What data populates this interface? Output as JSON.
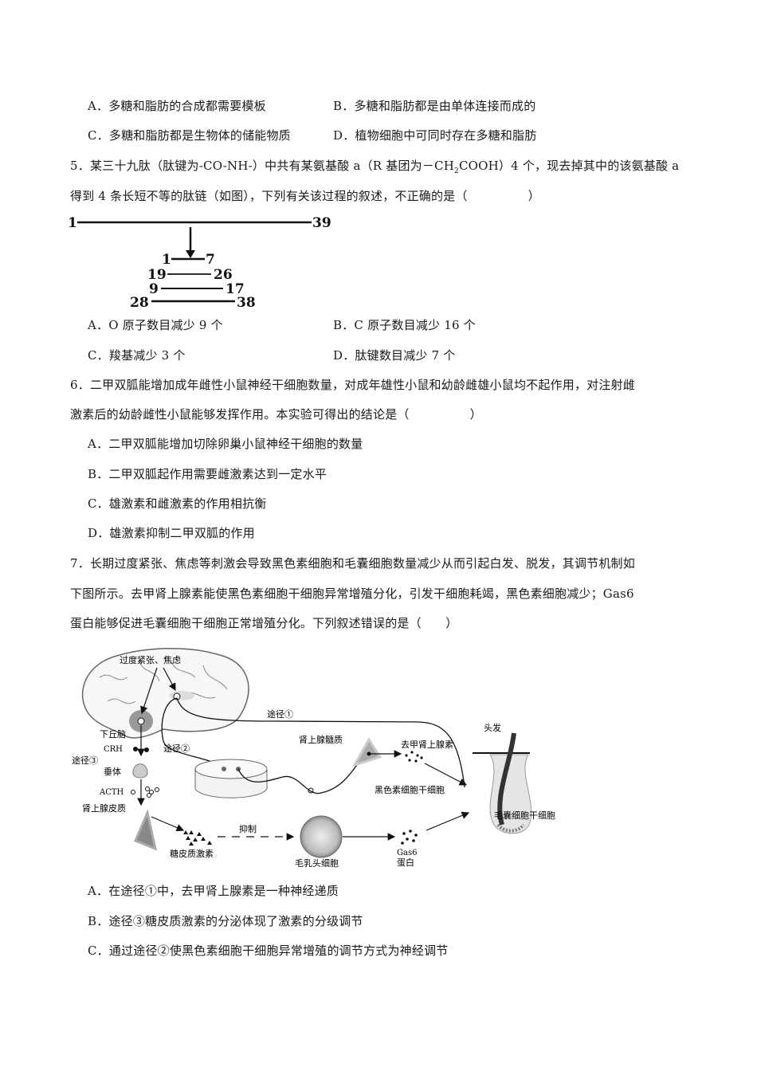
{
  "q4_options": {
    "A": "A．多糖和脂肪的合成都需要模板",
    "B": "B．多糖和脂肪都是由单体连接而成的",
    "C": "C．多糖和脂肪都是生物体的储能物质",
    "D": "D．植物细胞中可同时存在多糖和脂肪"
  },
  "q5": {
    "stem_line1_a": "5．某三十九肽（肽键为-CO-NH-）中共有某氨基酸 a（R 基团为－CH",
    "stem_line1_sub": "2",
    "stem_line1_b": "COOH）4 个，现去掉其中的该氨基酸 a",
    "stem_line2": "得到 4 条长短不等的肽链（如图），下列有关该过程的叙述，不正确的是（　　　　　）",
    "figure": {
      "full_chain": {
        "start": "1",
        "end": "39"
      },
      "fragments": [
        {
          "start": "1",
          "end": "7"
        },
        {
          "start": "19",
          "end": "26"
        },
        {
          "start": "9",
          "end": "17"
        },
        {
          "start": "28",
          "end": "38"
        }
      ]
    },
    "options": {
      "A": "A．O 原子数目减少 9 个",
      "B": "B．C 原子数目减少 16 个",
      "C": "C．羧基减少 3 个",
      "D": "D．肽键数目减少 7 个"
    }
  },
  "q6": {
    "stem_line1": "6．二甲双胍能增加成年雌性小鼠神经干细胞数量，对成年雄性小鼠和幼龄雌雄小鼠均不起作用，对注射雌",
    "stem_line2": "激素后的幼龄雌性小鼠能够发挥作用。本实验可得出的结论是（　　　　　）",
    "options": {
      "A": "A．二甲双胍能增加切除卵巢小鼠神经干细胞的数量",
      "B": "B．二甲双胍起作用需要雌激素达到一定水平",
      "C": "C．雄激素和雌激素的作用相抗衡",
      "D": "D．雄激素抑制二甲双胍的作用"
    }
  },
  "q7": {
    "stem_line1": "7．长期过度紧张、焦虑等刺激会导致黑色素细胞和毛囊细胞数量减少从而引起白发、脱发，其调节机制如",
    "stem_line2": "下图所示。去甲肾上腺素能使黑色素细胞干细胞异常增殖分化，引发干细胞耗竭，黑色素细胞减少；Gas6",
    "stem_line3": "蛋白能够促进毛囊细胞干细胞正常增殖分化。下列叙述错误的是（　　）",
    "figure": {
      "stress": "过度紧张、焦虑",
      "hypothalamus": "下丘脑",
      "crh": "CRH",
      "path1": "途径①",
      "path2": "途径②",
      "path3": "途径③",
      "pituitary": "垂体",
      "acth": "ACTH",
      "adrenal_cortex": "肾上腺皮质",
      "adrenal_medulla": "肾上腺髓质",
      "norepinephrine": "去甲肾上腺素",
      "glucocorticoid": "糖皮质激素",
      "inhibit": "抑制",
      "dermal_papilla": "毛乳头细胞",
      "gas6_line1": "Gas6",
      "gas6_line2": "蛋白",
      "hair": "头发",
      "melanocyte_stem": "黑色素细胞干细胞",
      "follicle_stem": "毛囊细胞干细胞"
    },
    "options": {
      "A": "A．在途径①中，去甲肾上腺素是一种神经递质",
      "B": "B．途径③糖皮质激素的分泌体现了激素的分级调节",
      "C": "C．通过途径②使黑色素细胞干细胞异常增殖的调节方式为神经调节"
    }
  }
}
